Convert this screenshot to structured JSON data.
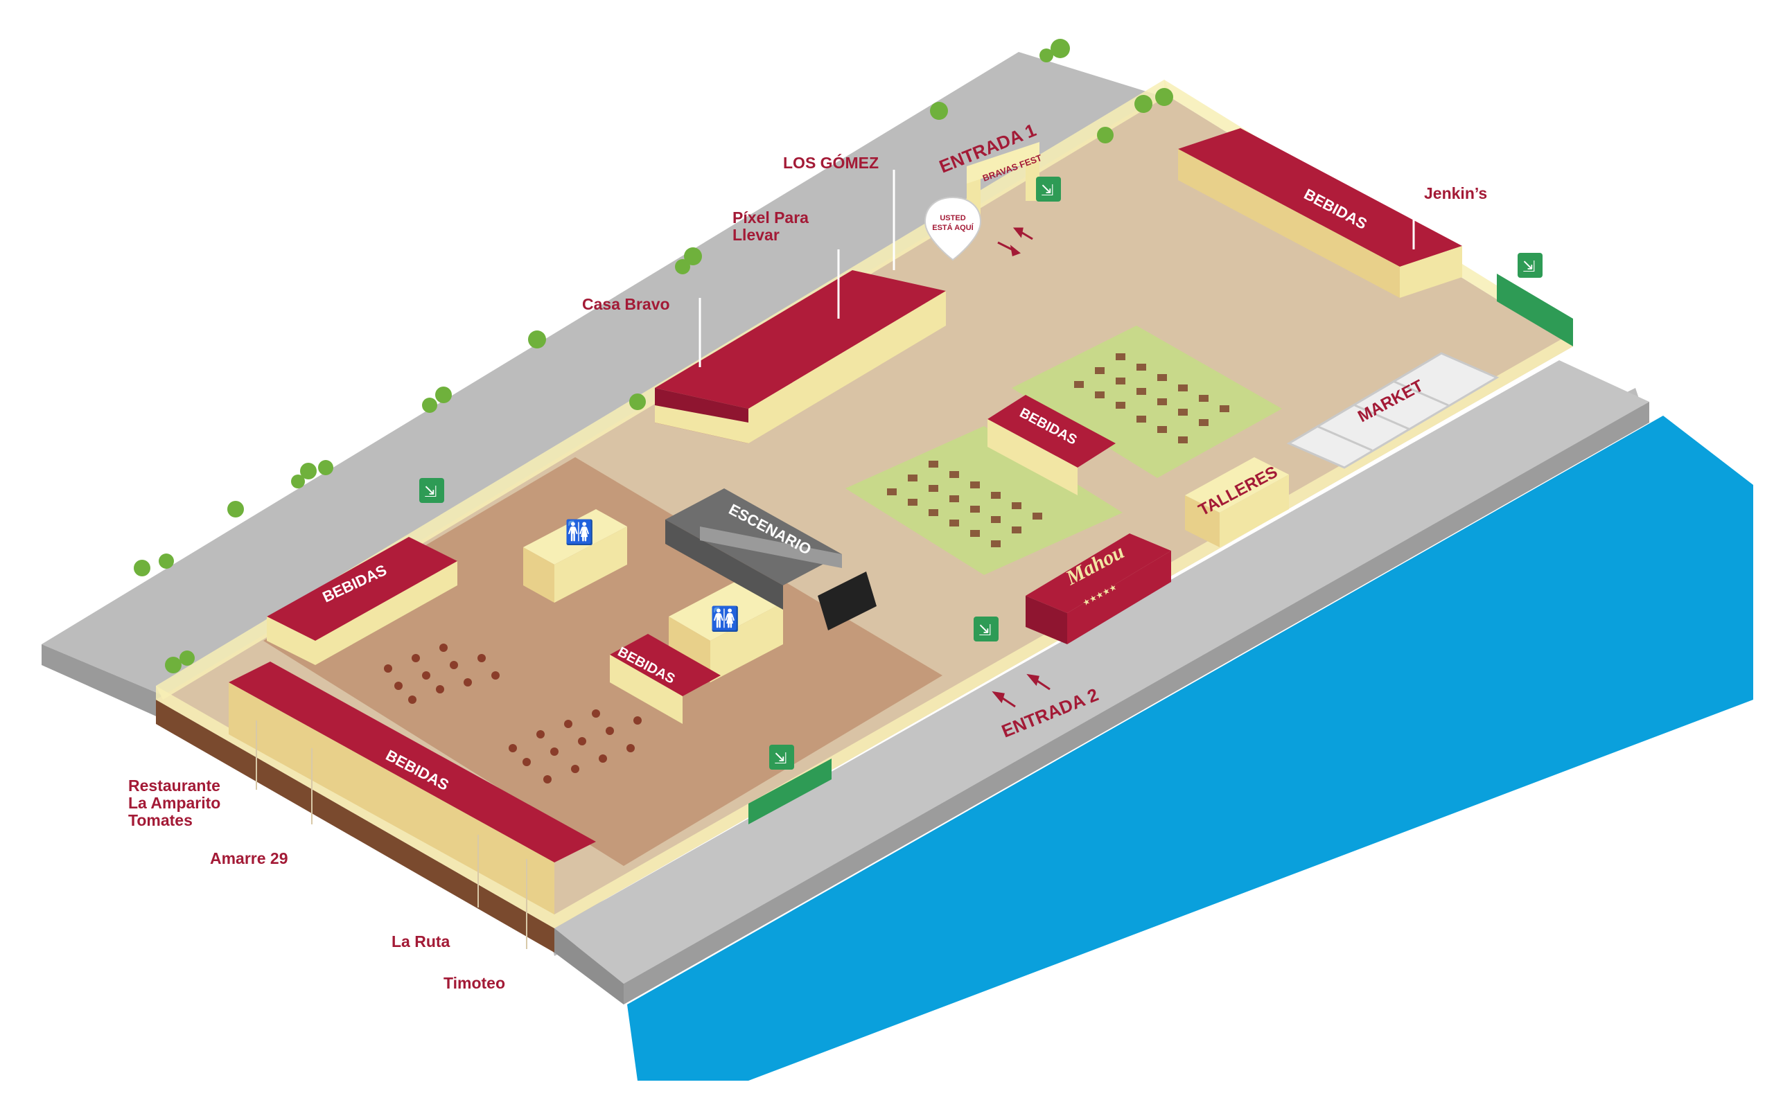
{
  "festival_sign": "BRAVAS FEST",
  "you_are_here": {
    "line1": "USTED",
    "line2": "ESTÁ AQUÍ"
  },
  "zones": {
    "entrada1": "ENTRADA 1",
    "entrada2": "ENTRADA 2",
    "escenario": "ESCENARIO",
    "talleres": "TALLERES",
    "market": "MARKET",
    "bebidas": "BEBIDAS",
    "sponsor": "Mahou",
    "sponsor_stars": "★★★★★"
  },
  "vendors": {
    "los_gomez": "LOS GÓMEZ",
    "pixel_line1": "Píxel Para",
    "pixel_line2": "Llevar",
    "casa_bravo": "Casa Bravo",
    "jenkins": "Jenkin’s",
    "restaurante_line1": "Restaurante",
    "restaurante_line2": "La Amparito",
    "restaurante_line3": "Tomates",
    "amarre": "Amarre 29",
    "la_ruta": "La Ruta",
    "timoteo": "Timoteo"
  },
  "colors": {
    "water": "#0aa0dc",
    "quay": "#b5b5b5",
    "street": "#bdbdbd",
    "ground": "#d9c3a5",
    "ground_dark": "#c49a7a",
    "lawn": "#c8d98a",
    "stall_roof": "#b01c3a",
    "stall_wall": "#f2e6a4",
    "fence": "#f7efb5",
    "exit_green": "#2e9b55",
    "stage": "#7a7a7a",
    "label": "#a31a36"
  },
  "icons": [
    "exit-sign-icon",
    "toilet-icon",
    "tree-icon",
    "location-pin-icon",
    "arrow-icon"
  ]
}
